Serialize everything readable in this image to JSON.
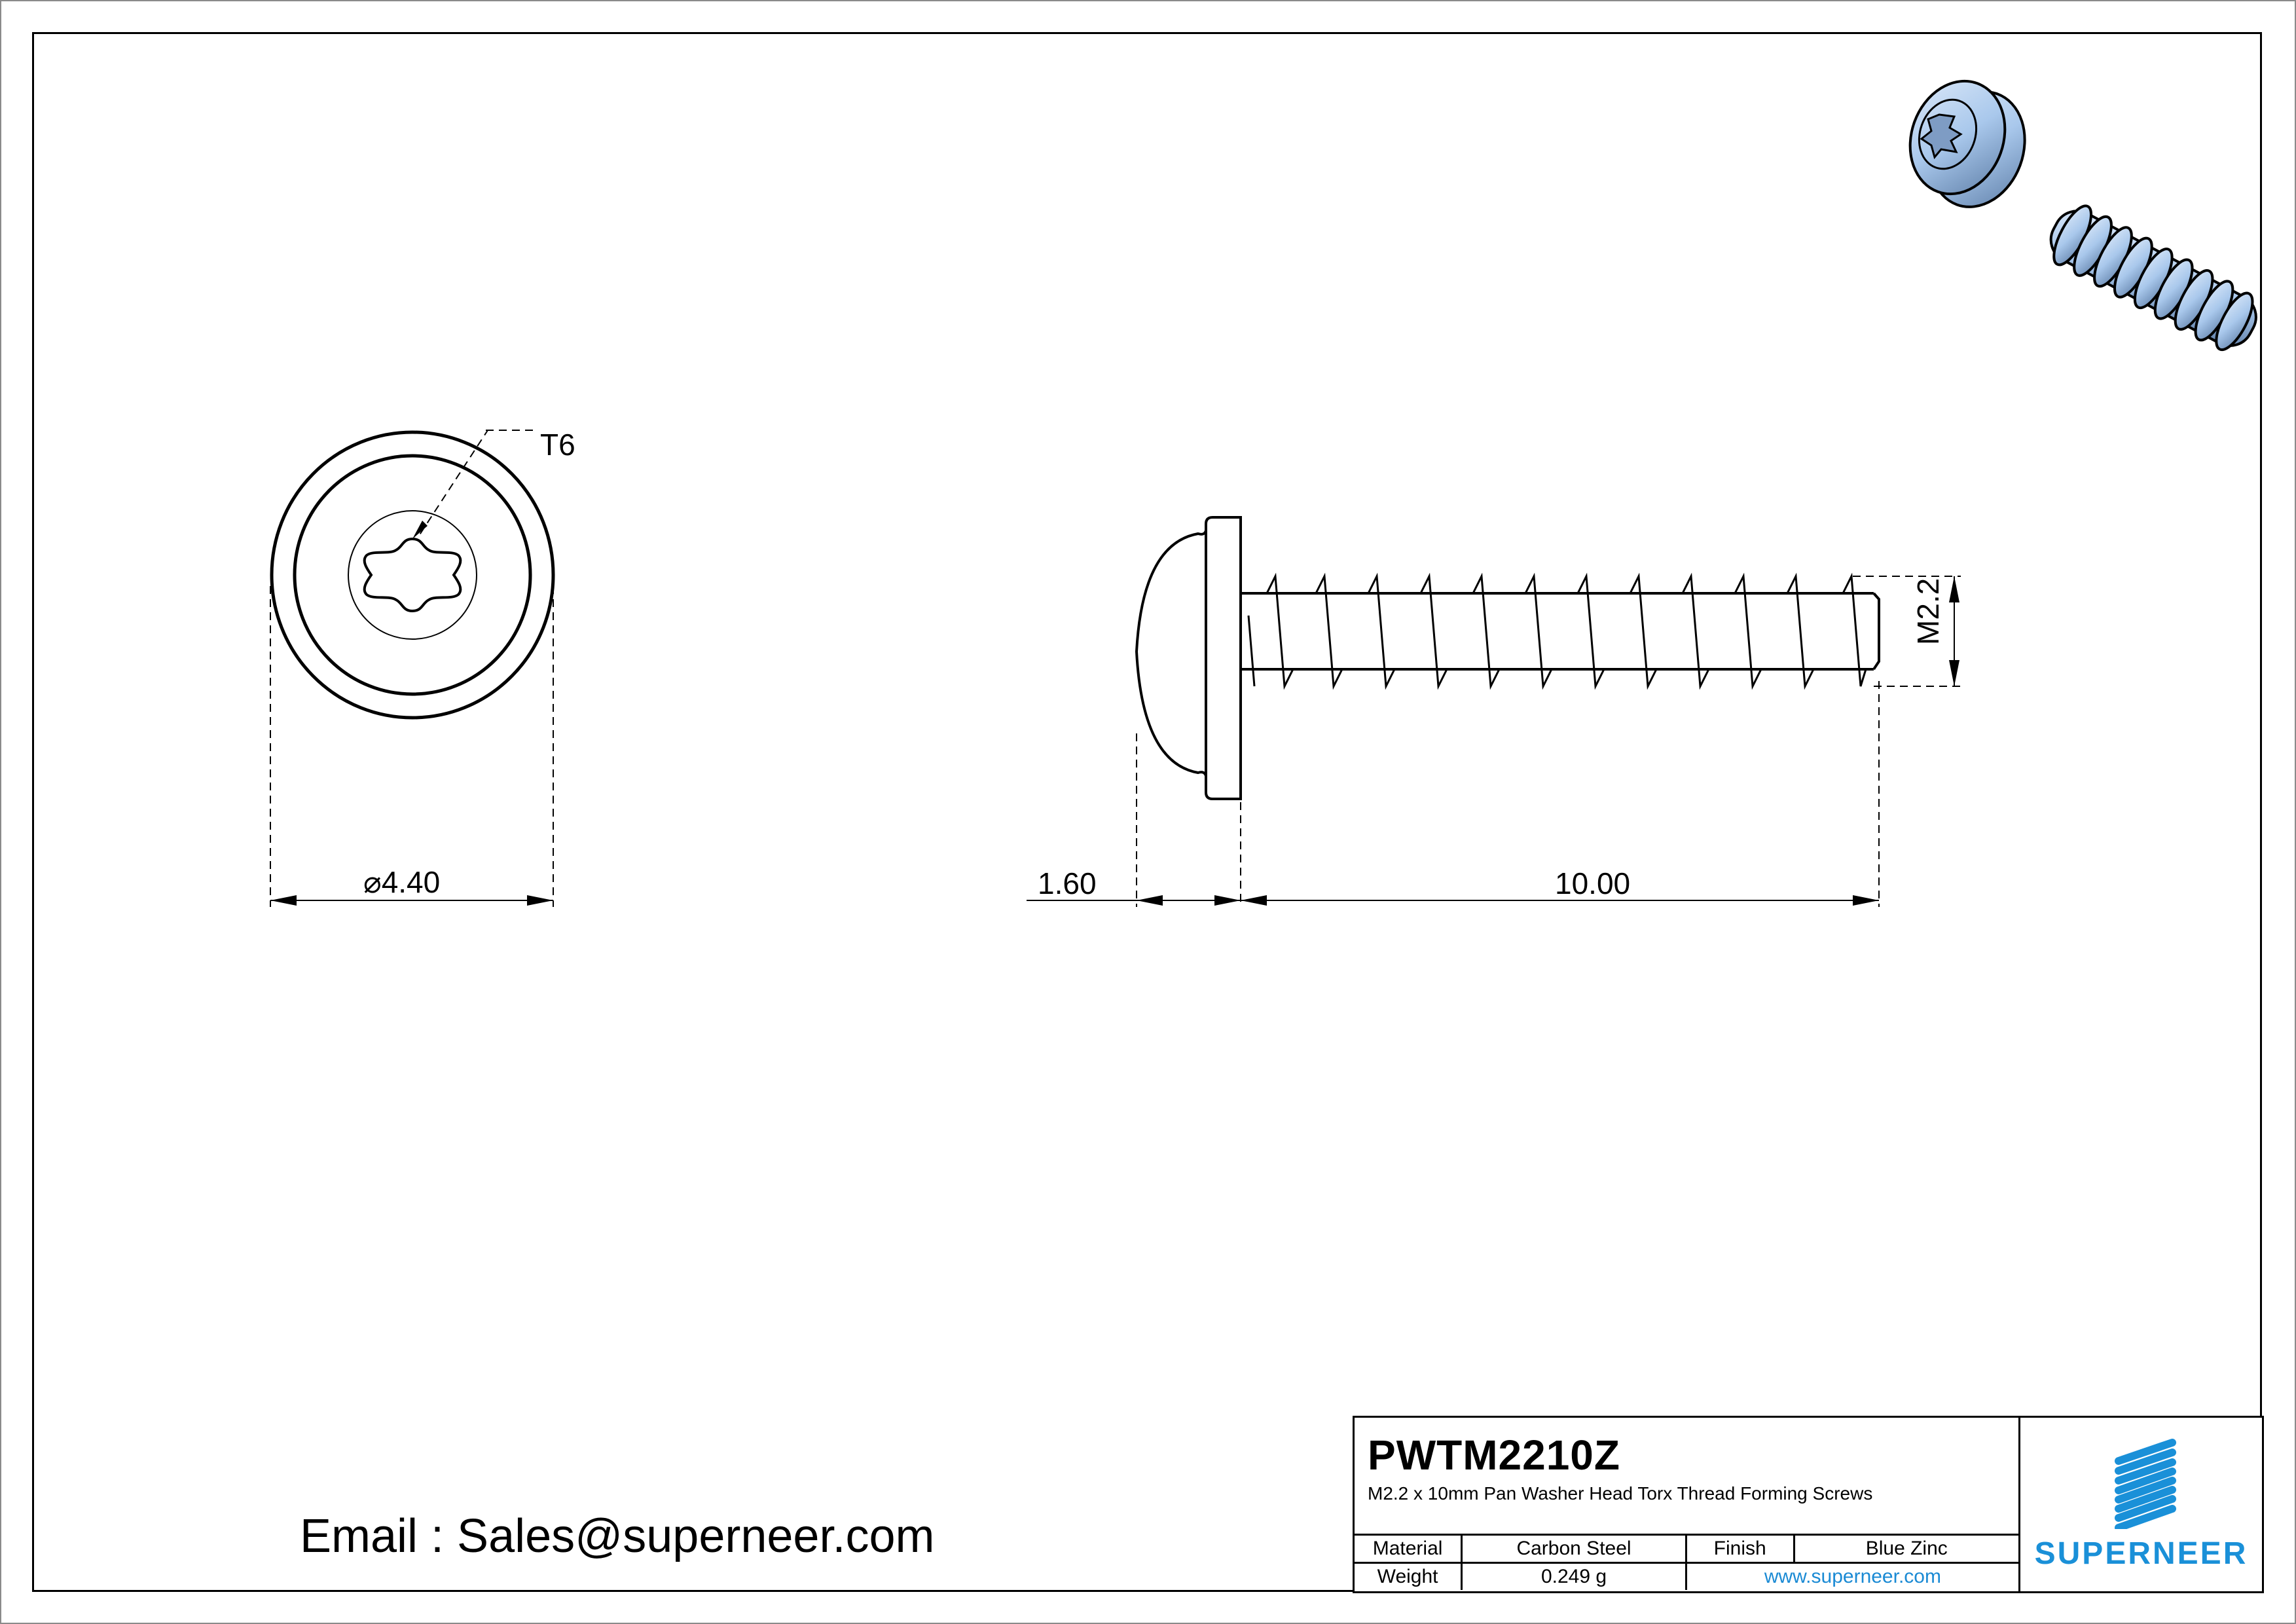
{
  "drawing": {
    "front_view": {
      "drive_callout": "T6",
      "diameter_label": "⌀4.40"
    },
    "side_view": {
      "head_height_label": "1.60",
      "length_label": "10.00",
      "thread_label": "M2.2"
    },
    "isometric_view": {
      "finish_color": "#a9c8ec"
    }
  },
  "footer": {
    "email_line": "Email : Sales@superneer.com"
  },
  "title_block": {
    "part_number": "PWTM2210Z",
    "description": "M2.2 x 10mm Pan Washer Head Torx Thread Forming Screws",
    "material_label": "Material",
    "material_value": "Carbon Steel",
    "finish_label": "Finish",
    "finish_value": "Blue Zinc",
    "weight_label": "Weight",
    "weight_value": "0.249 g",
    "website": "www.superneer.com",
    "logo_text": "SUPERNEER",
    "brand_color": "#1a90d8"
  }
}
